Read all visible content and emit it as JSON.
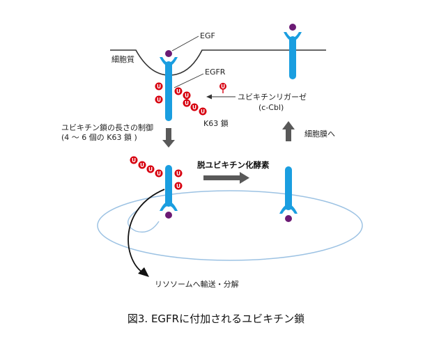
{
  "caption": "図3. EGFRに付加されるユビキチン鎖",
  "labels": {
    "egf": "EGF",
    "egfr": "EGFR",
    "membrane": "細胞質",
    "ligase_line1": "ユビキチンリガーゼ",
    "ligase_line2": "(c-Cbl)",
    "k63": "K63 鎖",
    "chain_line1": "ユビキチン鎖の長さの制御",
    "chain_line2": "(4 ～ 6 個の K63 鎖 )",
    "dub": "脱ユビキチン化酵素",
    "recycle": "細胞膜へ",
    "lysosome": "リソソームへ輸送・分解"
  },
  "ubiquitin_letter": "U",
  "colors": {
    "receptor": "#1a9ee0",
    "ligand": "#6b1a74",
    "ubiquitin": "#d7000f",
    "arrow": "#595959",
    "line": "#333333",
    "vesicle_fill": "#ffffff",
    "vesicle_stroke": "#9cc2e3"
  }
}
